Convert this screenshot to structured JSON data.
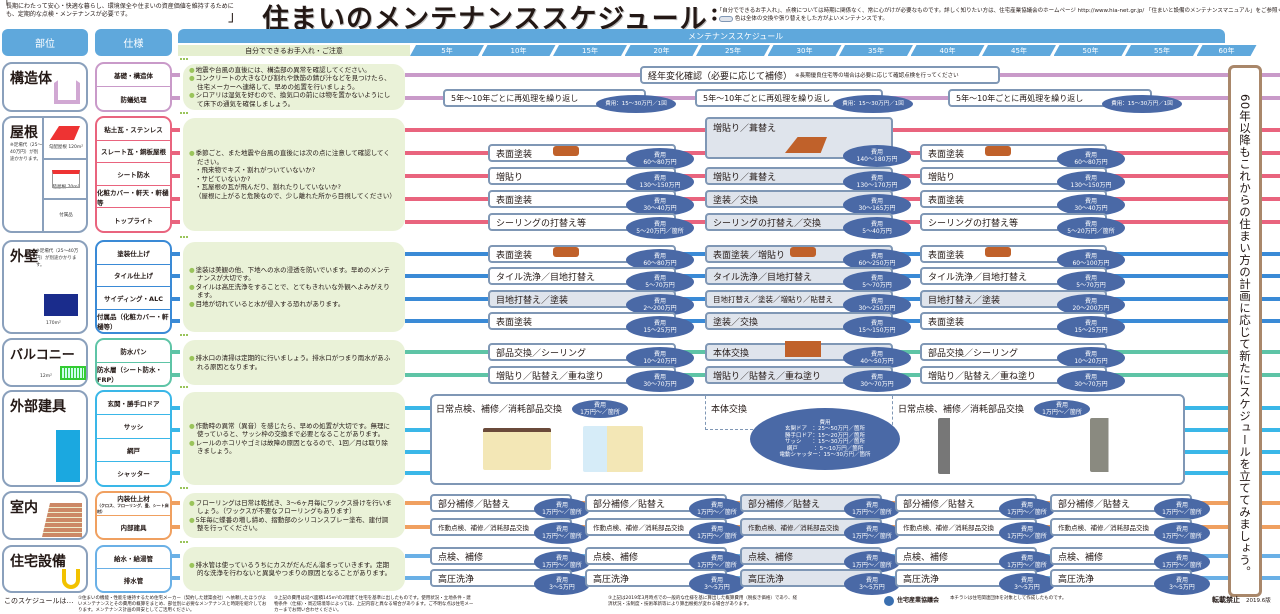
{
  "header": {
    "intro": "長期にわたって安心・快適な暮らし、環境保全や住まいの資産価値を維持するためにも、定期的な点検・メンテナンスが必要です。",
    "title": "住まいのメンテナンススケジュール",
    "note1": "●「自分でできるお手入れ」、点検については時期に関係なく、常に心がけが必要なものです。詳しく知りたい方は、住宅産業協議会のホームページ http://www.hia-net.gr.jp/ 「住まいと設備のメンテナンスマニュアル」をご参照ください。",
    "note2_prefix": "●",
    "note2": "色は全体の交換や張り替えをした方がよいメンテナンスです。"
  },
  "columns": {
    "part": "部位",
    "spec": "仕様",
    "schedule": "メンテナンススケジュール",
    "self_care": "自分でできるお手入れ・ご注意",
    "years": [
      "5年",
      "10年",
      "15年",
      "20年",
      "25年",
      "30年",
      "35年",
      "40年",
      "45年",
      "50年",
      "55年",
      "60年"
    ]
  },
  "colors": {
    "header": "#5fa8dc",
    "cost": "#4a69a6",
    "gray_box": "#dfe4ec",
    "care_bg": "#eaf2d8"
  },
  "sections": [
    {
      "key": "struct",
      "part": "構造体",
      "icon": "house-icon",
      "color": "#c99ac9",
      "specs": [
        "基礎・構造体",
        "防蟻処理"
      ],
      "care": [
        "地震や台風の直後には、構造部の異常を確認してください。",
        "コンクリートの大きなひび割れや鉄筋の錆び汁などを見つけたら、住宅メーカーへ連絡して、早めの処置を行いましょう。",
        "シロアリは湿気を好むので、換気口の前には物を置かないようにして床下の通気を確保しましょう。"
      ],
      "boxes": [
        {
          "row": 0,
          "col": 3,
          "label": "経年変化確認（必要に応じて補修）",
          "sub": "※長期優良住宅等の場合は必要に応じて確認点検を行ってください"
        },
        {
          "row": 1,
          "col": 0,
          "label": "5年～10年ごとに再処理を繰り返し",
          "cost": "費用：15～30万円／1回"
        },
        {
          "row": 1,
          "col": 1,
          "label": "5年～10年ごとに再処理を繰り返し",
          "cost": "費用：15～30万円／1回"
        },
        {
          "row": 1,
          "col": 2,
          "label": "5年～10年ごとに再処理を繰り返し",
          "cost": "費用：15～30万円／1回"
        }
      ]
    },
    {
      "key": "roof",
      "part": "屋根",
      "icon": "roof-icon",
      "color": "#e9647e",
      "specs": [
        "粘土瓦・ステンレス",
        "スレート瓦・銅板屋根",
        "シート防水",
        "化粧カバー・軒天・軒樋等",
        "トップライト"
      ],
      "part_note": "※足場代（25～40万円）が別途かかります。",
      "sub_parts": [
        "勾配屋根 120m²",
        "陸屋根 70m²",
        "付属品"
      ],
      "care": [
        "季節ごと、また地震や台風の直後には次の点に注意して確認してください。",
        "・飛来物でキズ・割れがついていないか?",
        "・サビていないか?",
        "・瓦屋根の瓦が飛んだり、割れたりしていないか?",
        "（屋根に上がると危険なので、少し離れた所から目視してください）"
      ],
      "boxes": [
        {
          "row": 1,
          "col": 0,
          "label": "表面塗装",
          "cost": "費用\n60～80万円",
          "icon": "roller"
        },
        {
          "row": 0,
          "rows": 2,
          "col": 1,
          "label": "増貼り／葺替え",
          "cost": "費用\n140～180万円",
          "gray": true,
          "icon": "roof"
        },
        {
          "row": 1,
          "col": 2,
          "label": "表面塗装",
          "cost": "費用\n60～80万円",
          "icon": "roller"
        },
        {
          "row": 2,
          "col": 0,
          "label": "増貼り",
          "cost": "費用\n130～150万円"
        },
        {
          "row": 2,
          "col": 1,
          "label": "増貼り／葺替え",
          "cost": "費用\n130～170万円",
          "gray": true
        },
        {
          "row": 2,
          "col": 2,
          "label": "増貼り",
          "cost": "費用\n130～150万円"
        },
        {
          "row": 3,
          "col": 0,
          "label": "表面塗装",
          "cost": "費用\n30～40万円"
        },
        {
          "row": 3,
          "col": 1,
          "label": "塗装／交換",
          "cost": "費用\n30～165万円",
          "gray": true
        },
        {
          "row": 3,
          "col": 2,
          "label": "表面塗装",
          "cost": "費用\n30～40万円"
        },
        {
          "row": 4,
          "col": 0,
          "label": "シーリングの打替え等",
          "cost": "費用\n5～20万円／箇所"
        },
        {
          "row": 4,
          "col": 1,
          "label": "シーリングの打替え／交換",
          "cost": "費用\n5～40万円",
          "gray": true
        },
        {
          "row": 4,
          "col": 2,
          "label": "シーリングの打替え等",
          "cost": "費用\n5～20万円／箇所"
        }
      ]
    },
    {
      "key": "wall",
      "part": "外壁",
      "icon": "wall-icon",
      "color": "#3a8ad6",
      "specs": [
        "塗装仕上げ",
        "タイル仕上げ",
        "サイディング・ALC",
        "付属品（化粧カバー・軒樋等）"
      ],
      "part_note": "※足場代（25～40万円）が別途かかります。",
      "area": "170m²",
      "care": [
        "塗装は美観の他、下地への水の浸透を防いでいます。早めのメンテナンスが大切です。",
        "タイルは高圧洗浄をすることで、とてもきれいな外観へよみがえります。",
        "目地が切れていると水が侵入する恐れがあります。"
      ],
      "boxes": [
        {
          "row": 0,
          "col": 0,
          "label": "表面塗装",
          "cost": "費用\n60～80万円",
          "icon": "roller"
        },
        {
          "row": 0,
          "col": 1,
          "label": "表面塗装／増貼り",
          "cost": "費用\n60～250万円",
          "gray": true,
          "icon": "roller"
        },
        {
          "row": 0,
          "col": 2,
          "label": "表面塗装",
          "cost": "費用\n60～100万円",
          "icon": "roller"
        },
        {
          "row": 1,
          "col": 0,
          "label": "タイル洗浄／目地打替え",
          "cost": "費用\n5～70万円"
        },
        {
          "row": 1,
          "col": 1,
          "label": "タイル洗浄／目地打替え",
          "cost": "費用\n5～70万円",
          "gray": true
        },
        {
          "row": 1,
          "col": 2,
          "label": "タイル洗浄／目地打替え",
          "cost": "費用\n5～70万円"
        },
        {
          "row": 2,
          "col": 0,
          "label": "目地打替え／塗装",
          "cost": "費用\n2～200万円",
          "gray": true
        },
        {
          "row": 2,
          "col": 1,
          "label": "目地打替え／塗装／増貼り／貼替え",
          "cost": "費用\n30～250万円",
          "gray": true
        },
        {
          "row": 2,
          "col": 2,
          "label": "目地打替え／塗装",
          "cost": "費用\n20～200万円",
          "gray": true
        },
        {
          "row": 3,
          "col": 0,
          "label": "表面塗装",
          "cost": "費用\n15～25万円"
        },
        {
          "row": 3,
          "col": 1,
          "label": "塗装／交換",
          "cost": "費用\n15～150万円",
          "gray": true
        },
        {
          "row": 3,
          "col": 2,
          "label": "表面塗装",
          "cost": "費用\n15～25万円"
        }
      ]
    },
    {
      "key": "balc",
      "part": "バルコニー",
      "icon": "balcony-icon",
      "color": "#5ec4a6",
      "specs": [
        "防水パン",
        "防水層（シート防水・FRP）"
      ],
      "area": "12m²",
      "care": [
        "排水口の清掃は定期的に行いましょう。排水口がつまり雨水があふれる原因となります。"
      ],
      "boxes": [
        {
          "row": 0,
          "col": 0,
          "label": "部品交換／シーリング",
          "cost": "費用\n10～20万円"
        },
        {
          "row": 0,
          "col": 1,
          "label": "本体交換",
          "cost": "費用\n40～50万円",
          "gray": true,
          "icon": "pan"
        },
        {
          "row": 0,
          "col": 2,
          "label": "部品交換／シーリング",
          "cost": "費用\n10～20万円"
        },
        {
          "row": 1,
          "col": 0,
          "label": "増貼り／貼替え／重ね塗り",
          "cost": "費用\n30～70万円"
        },
        {
          "row": 1,
          "col": 1,
          "label": "増貼り／貼替え／重ね塗り",
          "cost": "費用\n30～70万円",
          "gray": true
        },
        {
          "row": 1,
          "col": 2,
          "label": "増貼り／貼替え／重ね塗り",
          "cost": "費用\n30～70万円"
        }
      ]
    },
    {
      "key": "door",
      "part": "外部建具",
      "icon": "door-icon",
      "color": "#3ab7e8",
      "specs": [
        "玄関・勝手口ドア",
        "サッシ",
        "網戸",
        "シャッター"
      ],
      "care": [
        "作動時の異常（異音）を感じたら、早めの処置が大切です。無理に使っていると、サッシ枠の交換まで必要となることがあります。",
        "レールのホコリやゴミは故障の原因となるので、1回／月は取り除きましょう。"
      ],
      "panel": {
        "left_label": "日常点検、補修／消耗部品交換",
        "left_cost": "費用\n1万円～／箇所",
        "mid_label": "本体交換",
        "mid_cost_title": "費用",
        "mid_costs": [
          "玄関ドア　：25～50万円／箇所",
          "勝手口ドア：15～20万円／箇所",
          "サッシ　　：15～30万円／箇所",
          "網戸　　　：5～10万円／箇所",
          "電動シャッター：15～30万円／箇所"
        ],
        "right_label": "日常点検、補修／消耗部品交換",
        "right_cost": "費用\n1万円～／箇所"
      }
    },
    {
      "key": "interior",
      "part": "室内",
      "icon": "flooring-icon",
      "color": "#f0a060",
      "specs": [
        "内装仕上材",
        "内部建具"
      ],
      "spec_sub": "（クロス、フローリング、畳、シート床材）",
      "care": [
        "フローリングは日常は乾拭き、3～6ヶ月毎にワックス掛けを行いましょう。（ワックスが不要なフローリングもあります）",
        "5年毎に蝶番の増し締め、摺動部のシリコンスプレー塗布、建付調整を行ってください。"
      ],
      "boxes": [
        {
          "row": 0,
          "col": 0,
          "label": "部分補修／貼替え",
          "cost": "費用\n1万円～／箇所"
        },
        {
          "row": 0,
          "col": 1,
          "label": "部分補修／貼替え",
          "cost": "費用\n1万円～／箇所"
        },
        {
          "row": 0,
          "col": 2,
          "label": "部分補修／貼替え",
          "cost": "費用\n1万円～／箇所",
          "gray": true
        },
        {
          "row": 0,
          "col": 3,
          "label": "部分補修／貼替え",
          "cost": "費用\n1万円～／箇所"
        },
        {
          "row": 0,
          "col": 4,
          "label": "部分補修／貼替え",
          "cost": "費用\n1万円～／箇所"
        },
        {
          "row": 1,
          "col": 0,
          "label": "作動点検、補修／消耗部品交換",
          "cost": "費用\n1万円～／箇所",
          "small": true
        },
        {
          "row": 1,
          "col": 1,
          "label": "作動点検、補修／消耗部品交換",
          "cost": "費用\n1万円～／箇所",
          "small": true
        },
        {
          "row": 1,
          "col": 2,
          "label": "作動点検、補修／消耗部品交換",
          "cost": "費用\n1万円～／箇所",
          "small": true,
          "gray": true
        },
        {
          "row": 1,
          "col": 3,
          "label": "作動点検、補修／消耗部品交換",
          "cost": "費用\n1万円～／箇所",
          "small": true
        },
        {
          "row": 1,
          "col": 4,
          "label": "作動点検、補修／消耗部品交換",
          "cost": "費用\n1万円～／箇所",
          "small": true
        }
      ]
    },
    {
      "key": "equip",
      "part": "住宅設備",
      "icon": "pipe-icon",
      "color": "#6ab0e6",
      "specs": [
        "給水・給湯管",
        "排水管"
      ],
      "care": [
        "排水管は使っているうちにカスがだんだん溜まっていきます。定期的な洗浄を行わないと異臭やつまりの原因となることがあります。"
      ],
      "boxes": [
        {
          "row": 0,
          "col": 0,
          "label": "点検、補修",
          "cost": "費用\n1万円～／箇所"
        },
        {
          "row": 0,
          "col": 1,
          "label": "点検、補修",
          "cost": "費用\n1万円～／箇所"
        },
        {
          "row": 0,
          "col": 2,
          "label": "点検、補修",
          "cost": "費用\n1万円～／箇所",
          "gray": true
        },
        {
          "row": 0,
          "col": 3,
          "label": "点検、補修",
          "cost": "費用\n1万円～／箇所"
        },
        {
          "row": 0,
          "col": 4,
          "label": "点検、補修",
          "cost": "費用\n1万円～／箇所"
        },
        {
          "row": 1,
          "col": 0,
          "label": "高圧洗浄",
          "cost": "費用\n3～5万円"
        },
        {
          "row": 1,
          "col": 1,
          "label": "高圧洗浄",
          "cost": "費用\n3～5万円"
        },
        {
          "row": 1,
          "col": 2,
          "label": "高圧洗浄",
          "cost": "費用\n3～5万円",
          "gray": true
        },
        {
          "row": 1,
          "col": 3,
          "label": "高圧洗浄",
          "cost": "費用\n3～5万円"
        },
        {
          "row": 1,
          "col": 4,
          "label": "高圧洗浄",
          "cost": "費用\n3～5万円"
        }
      ]
    }
  ],
  "banner": "60年以降もこれからの住まい方の計画に応じて新たにスケジュールを立ててみましょう。",
  "footer": {
    "lead": "このスケジュールは…",
    "notes": [
      "①住まいの機能・性能を維持するため住宅メーカー（契約した建築会社）へ依頼したほうがよいメンテナンスとその費用の概算をまとめ、部位別に必要なメンテナンスと時期を紹介しております。メンテナンス計画の目安としてご活用ください。",
      "②上記の費用は延べ面積145m²の2階建て住宅を基準に出したものです。使用状況・立地条件・建物条件（仕様）・周辺環境等によっては、上記内容と異なる場合があります。ご不明な点は住宅メーカーまでお問い合わせください。",
      "③上記は2019年3月時点での一般的な仕様を基に算出した概算費用（税抜き価格）であり、経済状況・法制度・技術革新等により算出根拠が変わる場合があります。"
    ],
    "org": "住宅産業協議会",
    "org_note": "本チラシは住宅関連団体を対象として作成したものです。",
    "no_reprint": "転載禁止",
    "edition": "2019.6版"
  }
}
